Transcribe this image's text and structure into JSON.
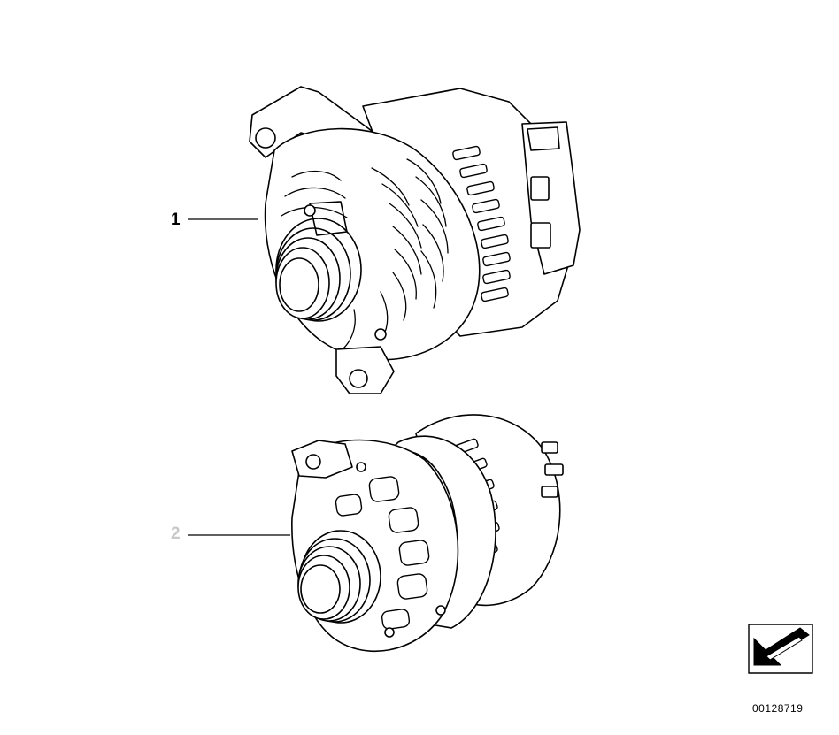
{
  "callouts": [
    {
      "number": "1",
      "color": "#000000"
    },
    {
      "number": "2",
      "color": "#c8c8c8"
    }
  ],
  "reference_number": "00128719",
  "icons": {
    "corner_symbol": "direction-arrow-icon"
  },
  "colors": {
    "line": "#000000",
    "background": "#ffffff",
    "callout_inactive": "#c8c8c8"
  }
}
